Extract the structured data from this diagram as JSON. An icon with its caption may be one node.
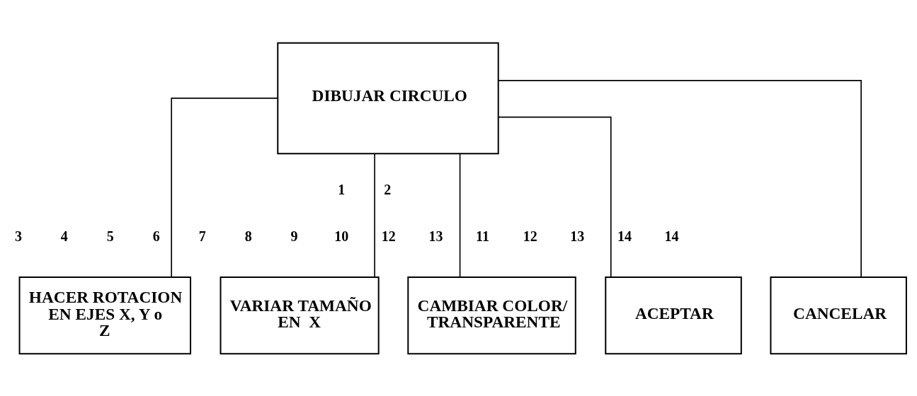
{
  "diagram": {
    "nodes": [
      {
        "text": [
          "DIBUJAR CIRCULO"
        ]
      },
      {
        "text": [
          "HACER ROTACION EN EJES X, Y o Z"
        ]
      },
      {
        "text": [
          "VARIAR TAMAÑO EN  X"
        ]
      },
      {
        "text": [
          "CAMBIAR COLOR/ TRANSPARENTE"
        ]
      },
      {
        "text": [
          "ACEPTAR"
        ]
      },
      {
        "text": [
          "CANCELAR"
        ]
      }
    ],
    "edges": [
      {
        "from": 0,
        "to": 1,
        "arrow": "none"
      },
      {
        "from": 0,
        "to": 2,
        "arrow": "none"
      },
      {
        "from": 0,
        "to": 3,
        "arrow": "none"
      },
      {
        "from": 0,
        "to": 4,
        "arrow": "none"
      },
      {
        "from": 0,
        "to": 5,
        "arrow": "none"
      }
    ],
    "labels": [
      "1",
      "2",
      "3",
      "4",
      "5",
      "6",
      "7",
      "8",
      "9",
      "10",
      "12",
      "13",
      "11",
      "12",
      "13",
      "14",
      "14"
    ]
  }
}
